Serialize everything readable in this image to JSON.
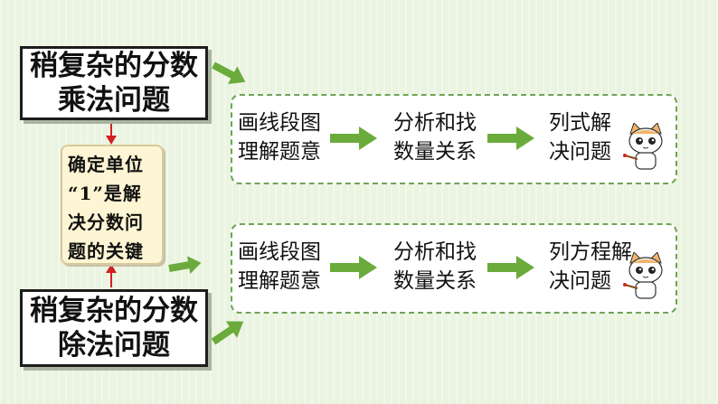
{
  "multiplication_problem": {
    "line1": "稍复杂的分数",
    "line2": "乘法问题"
  },
  "division_problem": {
    "line1": "稍复杂的分数",
    "line2": "除法问题"
  },
  "key_note": {
    "lines": [
      "确定单位",
      "“1”是解",
      "决分数问",
      "题的关键"
    ]
  },
  "flow_multiplication": {
    "steps": [
      {
        "line1": "画线段图",
        "line2": "理解题意"
      },
      {
        "line1": "分析和找",
        "line2": "数量关系"
      },
      {
        "line1": "列式解",
        "line2": "决问题"
      }
    ]
  },
  "flow_division": {
    "steps": [
      {
        "line1": "画线段图",
        "line2": "理解题意"
      },
      {
        "line1": "分析和找",
        "line2": "数量关系"
      },
      {
        "line1": "列方程解",
        "line2": "决问题"
      }
    ]
  },
  "colors": {
    "arrow_green": "#6aab3c",
    "connector_red": "#d32020",
    "dash_green": "#6ea454",
    "note_fill": "#fdf5d3"
  }
}
